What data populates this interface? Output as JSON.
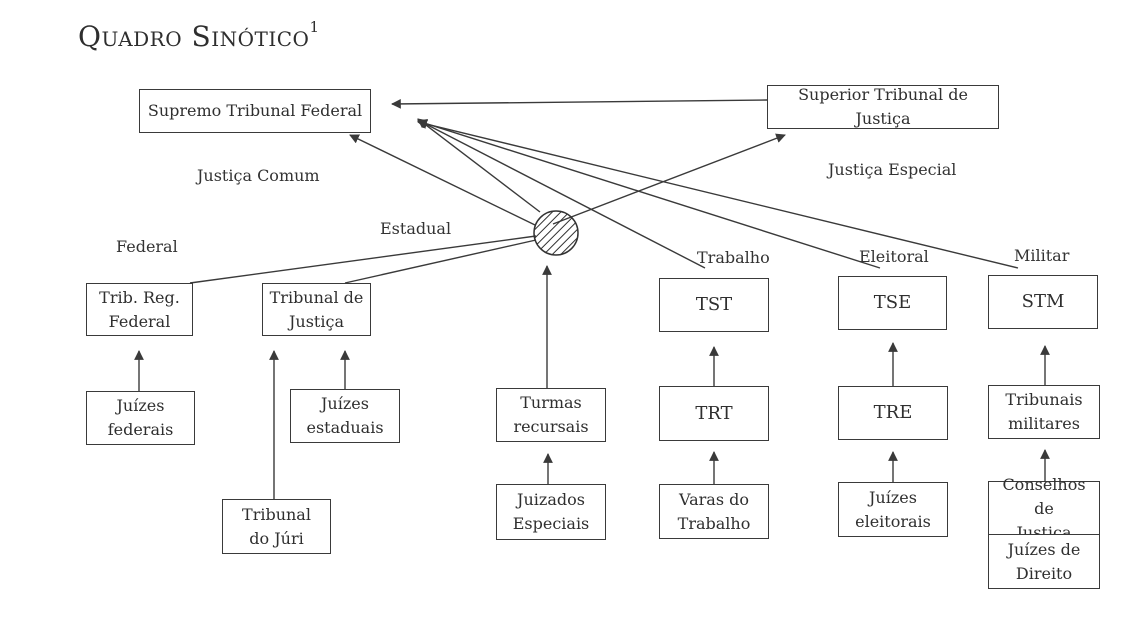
{
  "title": {
    "text": "Quadro Sinótico",
    "footnote": "1"
  },
  "section_labels": {
    "justica_comum": "Justiça Comum",
    "justica_especial": "Justiça Especial",
    "federal": "Federal",
    "estadual": "Estadual",
    "trabalho": "Trabalho",
    "eleitoral": "Eleitoral",
    "militar": "Militar"
  },
  "nodes": {
    "stf": "Supremo Tribunal Federal",
    "stj": "Superior Tribunal de Justiça",
    "trf": "Trib. Reg.\nFederal",
    "tj": "Tribunal de\nJustiça",
    "juizes_federais": "Juízes\nfederais",
    "juizes_estaduais": "Juízes\nestaduais",
    "tribunal_juri": "Tribunal\ndo Júri",
    "turmas_recursais": "Turmas\nrecursais",
    "juizados_especiais": "Juizados\nEspeciais",
    "tst": "TST",
    "trt": "TRT",
    "varas_trabalho": "Varas do\nTrabalho",
    "tse": "TSE",
    "tre": "TRE",
    "juizes_eleitorais": "Juízes\neleitorais",
    "stm": "STM",
    "tribunais_militares": "Tribunais\nmilitares",
    "conselhos_justica": "Conselhos de\nJustiça",
    "juizes_direito": "Juízes de\nDireito"
  },
  "colors": {
    "line": "#3a3a3a",
    "hatch": "#333333",
    "box_border": "#3a3a3a"
  }
}
